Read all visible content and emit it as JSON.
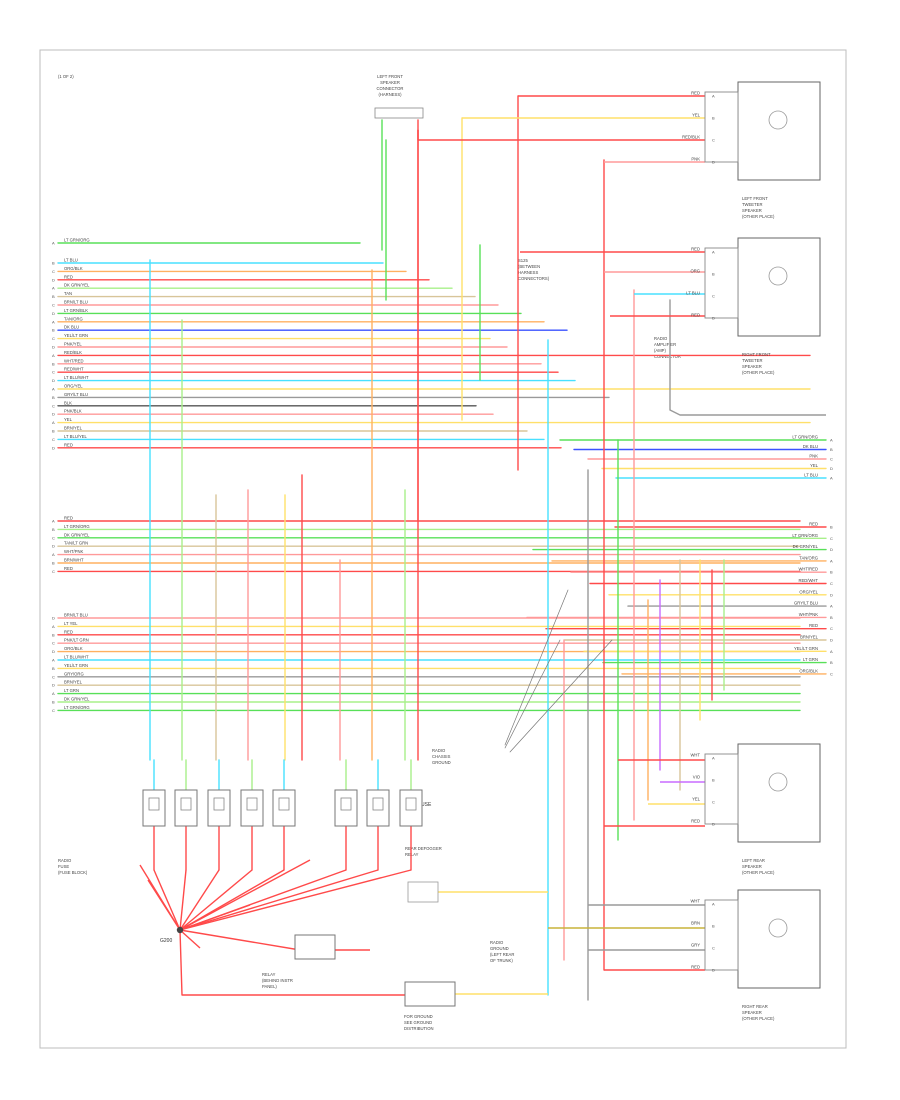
{
  "corner_label": "(1 OF 2)",
  "footer_code": "",
  "colors": {
    "red": "#ff4a4a",
    "pink": "#ff9a9a",
    "yellow": "#ffe06a",
    "orange": "#ffb060",
    "green": "#58e058",
    "lightgreen": "#a8f08a",
    "blue": "#3a52ff",
    "cyan": "#48e0ff",
    "violet": "#c86cff",
    "gray": "#9a9a9a",
    "tan": "#d8c59a",
    "olive": "#c8b43a",
    "dark": "#555555"
  },
  "callouts": {
    "top_connector": [
      "LEFT FRONT",
      "SPEAKER",
      "CONNECTOR",
      "(HARNESS)"
    ],
    "splice_note": [
      "S125",
      "(BETWEEN",
      "HARNESS",
      "CONNECTORS)"
    ],
    "mid_note": [
      "RADIO",
      "AMPLIFIER",
      "(AMP)",
      "CONNECTOR"
    ],
    "ground_note": [
      "RADIO",
      "CHASSIS",
      "GROUND"
    ],
    "bottom_center": [
      "RADIO",
      "GROUND",
      "(LEFT REAR",
      "OF TRUNK)"
    ],
    "bottom_note_1": [
      "RELAY",
      "(BEHIND INSTR",
      "PANEL)"
    ],
    "bottom_note_2": [
      "REAR DEFOGGER",
      "RELAY"
    ],
    "bottom_caption": [
      "FOR GROUND",
      "SEE GROUND",
      "DISTRIBUTION"
    ],
    "left_note": [
      "RADIO",
      "FUSE",
      "(FUSE BLOCK)"
    ],
    "g_label": "G200",
    "fuse_label": "FUSE"
  },
  "speakers": [
    {
      "id": "lf",
      "lines": [
        "LEFT FRONT",
        "TWEETER",
        "SPEAKER",
        "(OTHER PLACE)"
      ]
    },
    {
      "id": "rf",
      "lines": [
        "RIGHT FRONT",
        "TWEETER",
        "SPEAKER",
        "(OTHER PLACE)"
      ]
    },
    {
      "id": "lr",
      "lines": [
        "LEFT REAR",
        "SPEAKER",
        "(OTHER PLACE)"
      ]
    },
    {
      "id": "rr",
      "lines": [
        "RIGHT REAR",
        "SPEAKER",
        "(OTHER PLACE)"
      ]
    }
  ],
  "left_wires": [
    {
      "label": "LT GRN/ORG",
      "color": "green"
    },
    {
      "label": "LT BLU",
      "color": "cyan"
    },
    {
      "label": "ORG/BLK",
      "color": "orange"
    },
    {
      "label": "RED",
      "color": "red"
    },
    {
      "label": "DK GRN/YEL",
      "color": "lightgreen"
    },
    {
      "label": "TAN",
      "color": "tan"
    },
    {
      "label": "BRN/LT BLU",
      "color": "pink"
    },
    {
      "label": "LT GRN/BLK",
      "color": "green"
    },
    {
      "label": "TAN/ORG",
      "color": "orange"
    },
    {
      "label": "DK BLU",
      "color": "blue"
    },
    {
      "label": "YEL/LT GRN",
      "color": "yellow"
    },
    {
      "label": "PNK/YEL",
      "color": "pink"
    },
    {
      "label": "RED/BLK",
      "color": "red"
    },
    {
      "label": "WHT/RED",
      "color": "pink"
    },
    {
      "label": "RED/WHT",
      "color": "red"
    },
    {
      "label": "LT BLU/WHT",
      "color": "cyan"
    },
    {
      "label": "ORG/YEL",
      "color": "yellow"
    },
    {
      "label": "GRY/LT BLU",
      "color": "gray"
    },
    {
      "label": "BLK",
      "color": "dark"
    },
    {
      "label": "PNK/BLK",
      "color": "pink"
    },
    {
      "label": "YEL",
      "color": "yellow"
    },
    {
      "label": "BRN/YEL",
      "color": "tan"
    },
    {
      "label": "LT BLU/YEL",
      "color": "cyan"
    },
    {
      "label": "RED",
      "color": "red"
    },
    {
      "label": "RED",
      "color": "red"
    },
    {
      "label": "LT GRN/ORG",
      "color": "lightgreen"
    },
    {
      "label": "DK GRN/YEL",
      "color": "green"
    },
    {
      "label": "TAN/LT GRN",
      "color": "tan"
    },
    {
      "label": "WHT/PNK",
      "color": "pink"
    },
    {
      "label": "BRN/WHT",
      "color": "orange"
    },
    {
      "label": "RED",
      "color": "red"
    },
    {
      "label": "BRN/LT BLU",
      "color": "pink"
    },
    {
      "label": "LT YEL",
      "color": "yellow"
    },
    {
      "label": "RED",
      "color": "red"
    },
    {
      "label": "PNK/LT GRN",
      "color": "pink"
    },
    {
      "label": "ORG/BLK",
      "color": "orange"
    },
    {
      "label": "LT BLU/WHT",
      "color": "cyan"
    },
    {
      "label": "YEL/LT GRN",
      "color": "yellow"
    },
    {
      "label": "GRY/ORG",
      "color": "gray"
    },
    {
      "label": "BRN/YEL",
      "color": "tan"
    },
    {
      "label": "LT GRN",
      "color": "green"
    },
    {
      "label": "DK GRN/YEL",
      "color": "lightgreen"
    },
    {
      "label": "LT GRN/ORG",
      "color": "green"
    }
  ],
  "right_wires": [
    {
      "label": "LT GRN/ORG",
      "color": "green"
    },
    {
      "label": "DK BLU",
      "color": "blue"
    },
    {
      "label": "PNK",
      "color": "pink"
    },
    {
      "label": "YEL",
      "color": "yellow"
    },
    {
      "label": "LT BLU",
      "color": "cyan"
    },
    {
      "label": "RED",
      "color": "red"
    },
    {
      "label": "LT GRN/ORG",
      "color": "lightgreen"
    },
    {
      "label": "DK GRN/YEL",
      "color": "green"
    },
    {
      "label": "TAN/ORG",
      "color": "orange"
    },
    {
      "label": "WHT/RED",
      "color": "pink"
    },
    {
      "label": "RED/WHT",
      "color": "red"
    },
    {
      "label": "ORG/YEL",
      "color": "yellow"
    },
    {
      "label": "GRY/LT BLU",
      "color": "gray"
    },
    {
      "label": "WHT/PNK",
      "color": "pink"
    },
    {
      "label": "RED",
      "color": "red"
    },
    {
      "label": "BRN/YEL",
      "color": "tan"
    },
    {
      "label": "YEL/LT GRN",
      "color": "yellow"
    },
    {
      "label": "LT GRN",
      "color": "green"
    },
    {
      "label": "ORG/BLK",
      "color": "orange"
    }
  ],
  "spk_wires": {
    "lf": [
      {
        "label": "RED",
        "color": "red"
      },
      {
        "label": "YEL",
        "color": "yellow"
      },
      {
        "label": "RED/BLK",
        "color": "red"
      },
      {
        "label": "PNK",
        "color": "pink"
      }
    ],
    "rf": [
      {
        "label": "RED",
        "color": "red"
      },
      {
        "label": "ORG",
        "color": "orange"
      },
      {
        "label": "LT BLU",
        "color": "cyan"
      },
      {
        "label": "RED",
        "color": "red"
      }
    ],
    "lr": [
      {
        "label": "WHT",
        "color": "pink"
      },
      {
        "label": "VIO",
        "color": "violet"
      },
      {
        "label": "YEL",
        "color": "yellow"
      },
      {
        "label": "RED",
        "color": "red"
      }
    ],
    "rr": [
      {
        "label": "WHT",
        "color": "gray"
      },
      {
        "label": "BRN",
        "color": "olive"
      },
      {
        "label": "GRY",
        "color": "gray"
      },
      {
        "label": "RED",
        "color": "red"
      }
    ]
  },
  "pin_labels": [
    "A",
    "B",
    "C",
    "D"
  ],
  "module_boxes": 8
}
